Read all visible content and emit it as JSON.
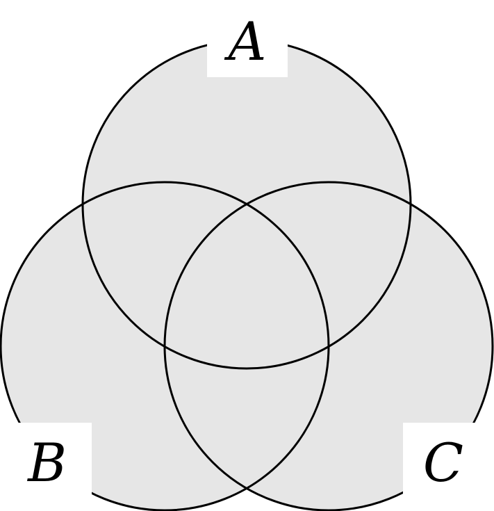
{
  "diagram": {
    "type": "venn",
    "fill_color": "#e6e6e6",
    "stroke_color": "#000000",
    "background_color": "#ffffff",
    "sets": [
      {
        "id": "a",
        "label": "A"
      },
      {
        "id": "b",
        "label": "B"
      },
      {
        "id": "c",
        "label": "C"
      }
    ]
  }
}
